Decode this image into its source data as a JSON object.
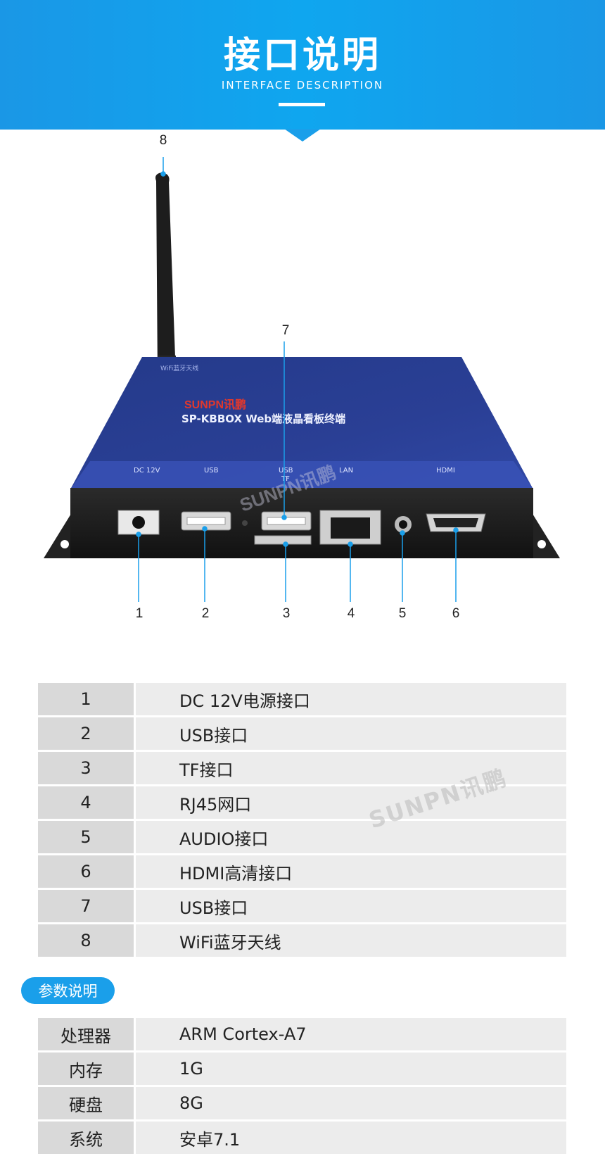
{
  "header": {
    "title": "接口说明",
    "subtitle": "INTERFACE DESCRIPTION"
  },
  "device": {
    "brand": "SUNPN讯鹏",
    "model": "SP-KBBOX Web端液晶看板终端",
    "antenna_label": "WiFi蓝牙天线",
    "port_labels": [
      "DC 12V",
      "USB",
      "USB",
      "LAN",
      "HDMI"
    ],
    "tf_label": "TF",
    "watermark": "SUNPN讯鹏"
  },
  "callouts": [
    "1",
    "2",
    "3",
    "4",
    "5",
    "6",
    "7",
    "8"
  ],
  "interfaces": [
    {
      "num": "1",
      "desc": "DC 12V电源接口"
    },
    {
      "num": "2",
      "desc": "USB接口"
    },
    {
      "num": "3",
      "desc": "TF接口"
    },
    {
      "num": "4",
      "desc": "RJ45网口"
    },
    {
      "num": "5",
      "desc": "AUDIO接口"
    },
    {
      "num": "6",
      "desc": "HDMI高清接口"
    },
    {
      "num": "7",
      "desc": "USB接口"
    },
    {
      "num": "8",
      "desc": "WiFi蓝牙天线"
    }
  ],
  "watermark": "SUNPN讯鹏",
  "params_title": "参数说明",
  "params": [
    {
      "name": "处理器",
      "value": "ARM Cortex-A7"
    },
    {
      "name": "内存",
      "value": "1G"
    },
    {
      "name": "硬盘",
      "value": "8G"
    },
    {
      "name": "系统",
      "value": "安卓7.1"
    }
  ]
}
